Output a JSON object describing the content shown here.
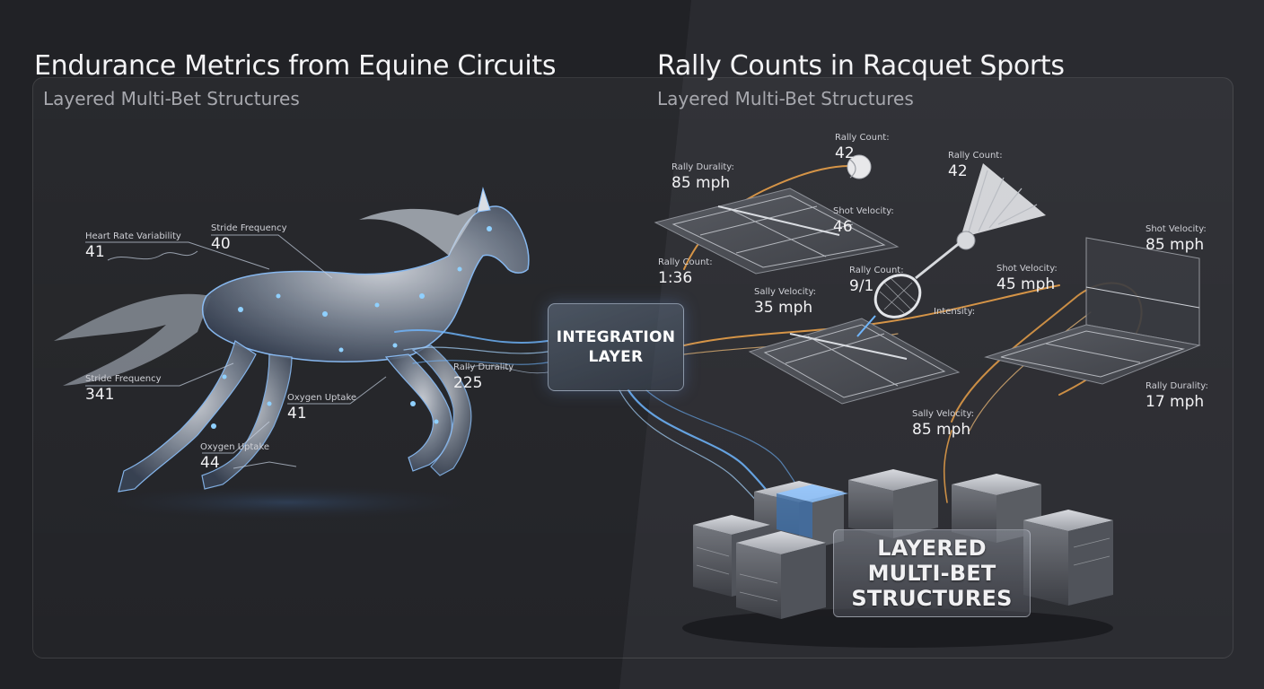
{
  "headers": {
    "left_title": "Endurance Metrics from Equine Circuits",
    "right_title": "Rally Counts in Racquet Sports",
    "left_subtitle": "Layered Multi-Bet Structures",
    "right_subtitle": "Layered Multi-Bet Structures"
  },
  "equine_metrics": [
    {
      "label": "Heart Rate Variability",
      "value": "41"
    },
    {
      "label": "Stride Frequency",
      "value": "40"
    },
    {
      "label": "Stride Frequency",
      "value": "341"
    },
    {
      "label": "Rally Durality",
      "value": "225"
    },
    {
      "label": "Oxygen Uptake",
      "value": "41"
    },
    {
      "label": "Oxygen Uptake",
      "value": "44"
    }
  ],
  "racquet_metrics": [
    {
      "label": "Rally Durality:",
      "value": "85 mph"
    },
    {
      "label": "Rally Count:",
      "value": "42"
    },
    {
      "label": "Rally Count:",
      "value": "42"
    },
    {
      "label": "Shot Velocity:",
      "value": "46"
    },
    {
      "label": "Rally Count:",
      "value": "1:36"
    },
    {
      "label": "Rally Count:",
      "value": "9/1"
    },
    {
      "label": "Sally Velocity:",
      "value": "35 mph"
    },
    {
      "label": "Shot Velocity:",
      "value": "85 mph"
    },
    {
      "label": "Shot Velocity:",
      "value": "45 mph"
    },
    {
      "label": "Intensity:",
      "value": ""
    },
    {
      "label": "Rally Durality:",
      "value": "17 mph"
    },
    {
      "label": "Sally Velocity:",
      "value": "85 mph"
    }
  ],
  "integration": {
    "line1": "INTEGRATION",
    "line2": "LAYER"
  },
  "stack": {
    "line1": "LAYERED",
    "line2": "MULTI-BET",
    "line3": "STRUCTURES"
  },
  "colors": {
    "glow_blue": "#6fb6ff",
    "glow_orange": "#f2a64a",
    "court": "#4a4c52"
  },
  "icons": [
    "horse-illustration",
    "tennis-ball-icon",
    "shuttlecock-icon",
    "racquet-icon",
    "cube-stack-icon"
  ]
}
